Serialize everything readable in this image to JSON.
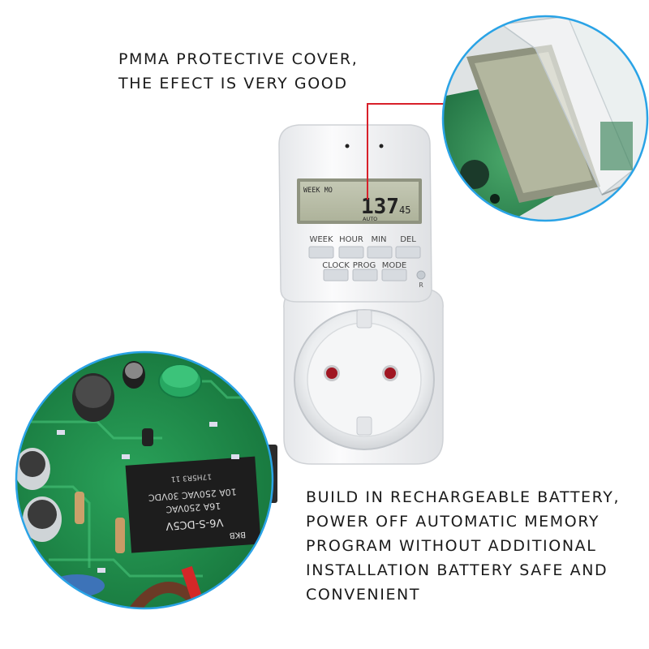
{
  "captions": {
    "top": [
      "PMMA PROTECTIVE COVER,",
      "THE EFECT IS VERY GOOD"
    ],
    "bottom": [
      "BUILD IN RECHARGEABLE BATTERY,",
      "POWER OFF AUTOMATIC MEMORY",
      "PROGRAM WITHOUT ADDITIONAL",
      "INSTALLATION BATTERY SAFE AND",
      "CONVENIENT"
    ]
  },
  "device": {
    "lcd": {
      "week_label": "WEEK MO",
      "time_digits": "137",
      "seconds": "45",
      "mode": "AUTO"
    },
    "buttons_top": [
      "WEEK",
      "HOUR",
      "MIN",
      "DEL"
    ],
    "buttons_bottom": [
      "CLOCK",
      "PROG",
      "MODE"
    ],
    "reset_label": "R"
  },
  "circuit_board": {
    "relay_lines": [
      "10A 250VAC 30VDC",
      "16A 250VAC",
      "V6-S-DC5V",
      "BKB",
      "17H5R3 11"
    ]
  },
  "colors": {
    "callout_line": "#d8202a",
    "zoom_border": "#2aa3e6",
    "pcb_green": "#1f8a4a",
    "device_white": "#f4f5f7"
  }
}
